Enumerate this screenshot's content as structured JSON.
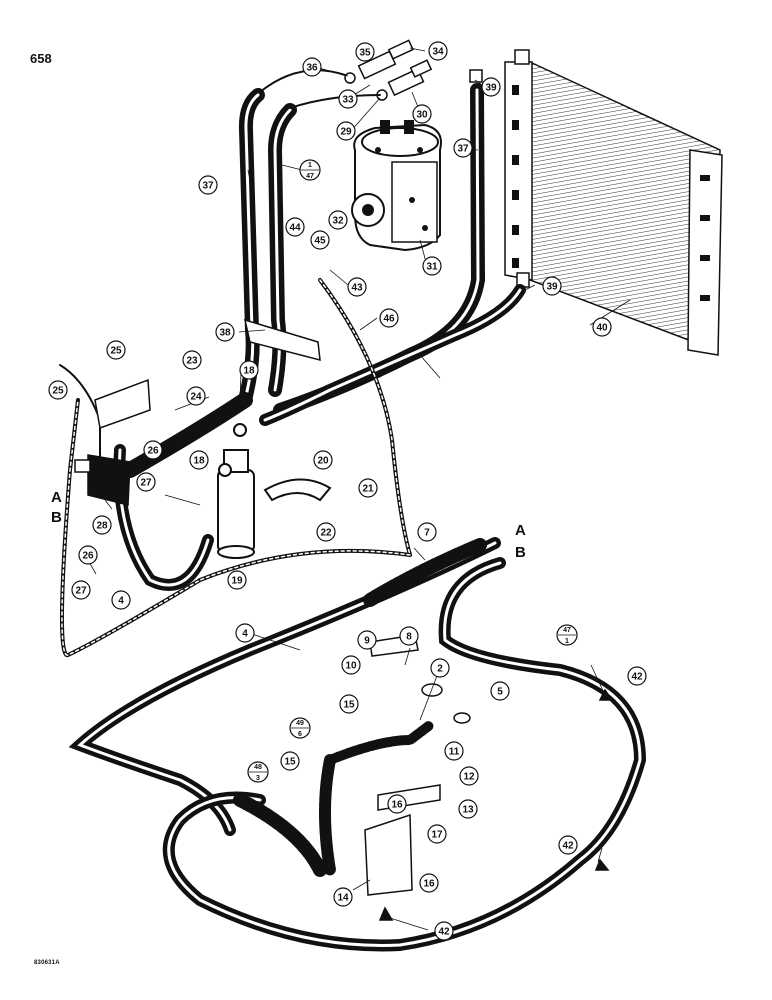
{
  "page": {
    "number": "658",
    "drawing_id": "830631A"
  },
  "line_markers": [
    "A",
    "B"
  ],
  "callouts": [
    "35",
    "34",
    "36",
    "33",
    "30",
    "29",
    "39",
    "37",
    "1",
    "47",
    "37",
    "44",
    "45",
    "32",
    "31",
    "43",
    "38",
    "46",
    "40",
    "39",
    "25",
    "23",
    "18",
    "24",
    "25",
    "26",
    "27",
    "18",
    "20",
    "21",
    "22",
    "28",
    "26",
    "27",
    "4",
    "19",
    "7",
    "4",
    "9",
    "8",
    "10",
    "2",
    "5",
    "47",
    "1",
    "42",
    "15",
    "49",
    "6",
    "11",
    "12",
    "48",
    "15",
    "3",
    "16",
    "13",
    "17",
    "16",
    "42",
    "14",
    "42"
  ]
}
